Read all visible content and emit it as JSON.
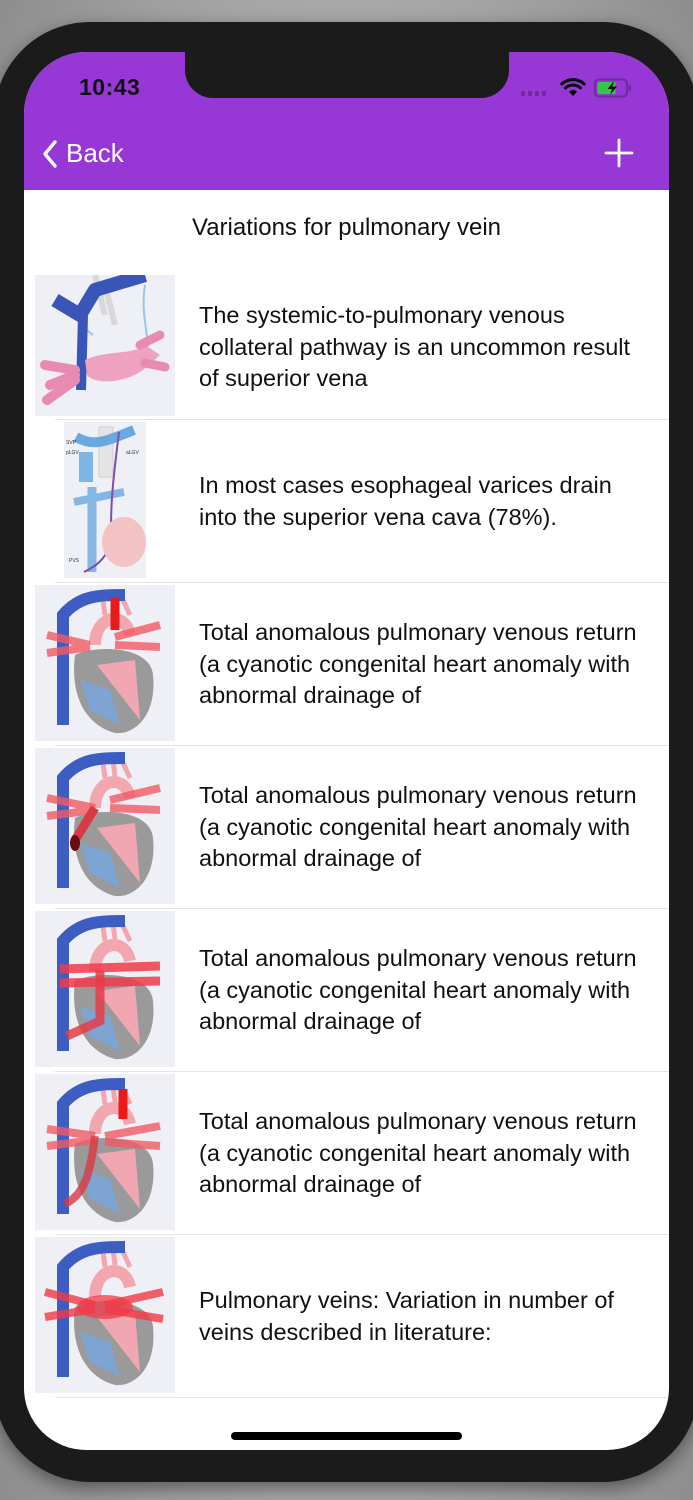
{
  "status_bar": {
    "time": "10:43",
    "signal_icon": "cellular-signal-icon",
    "wifi_icon": "wifi-icon",
    "battery_icon": "battery-charging-icon"
  },
  "nav": {
    "back_label": "Back",
    "back_icon": "chevron-left-icon",
    "add_icon": "plus-icon",
    "background_color": "#9737D6"
  },
  "page": {
    "title": "Variations for pulmonary vein"
  },
  "list": {
    "items": [
      {
        "thumbnail": "systemic-pulmonary-collateral-diagram",
        "text": "The systemic-to-pulmonary venous collateral pathway is an uncommon result of superior vena"
      },
      {
        "thumbnail": "esophageal-varices-diagram",
        "text": "In most cases esophageal varices drain into the superior vena cava (78%)."
      },
      {
        "thumbnail": "tapvr-supracardiac-diagram",
        "text": "Total anomalous pulmonary venous return (a cyanotic congenital heart anomaly with abnormal drainage of"
      },
      {
        "thumbnail": "tapvr-cardiac-diagram",
        "text": "Total anomalous pulmonary venous return (a cyanotic congenital heart anomaly with abnormal drainage of"
      },
      {
        "thumbnail": "tapvr-infracardiac-diagram",
        "text": "Total anomalous pulmonary venous return (a cyanotic congenital heart anomaly with abnormal drainage of"
      },
      {
        "thumbnail": "tapvr-mixed-diagram",
        "text": "Total anomalous pulmonary venous return (a cyanotic congenital heart anomaly with abnormal drainage of"
      },
      {
        "thumbnail": "pulmonary-veins-normal-diagram",
        "text": "Pulmonary veins: Variation in number of veins described in literature:"
      }
    ]
  }
}
